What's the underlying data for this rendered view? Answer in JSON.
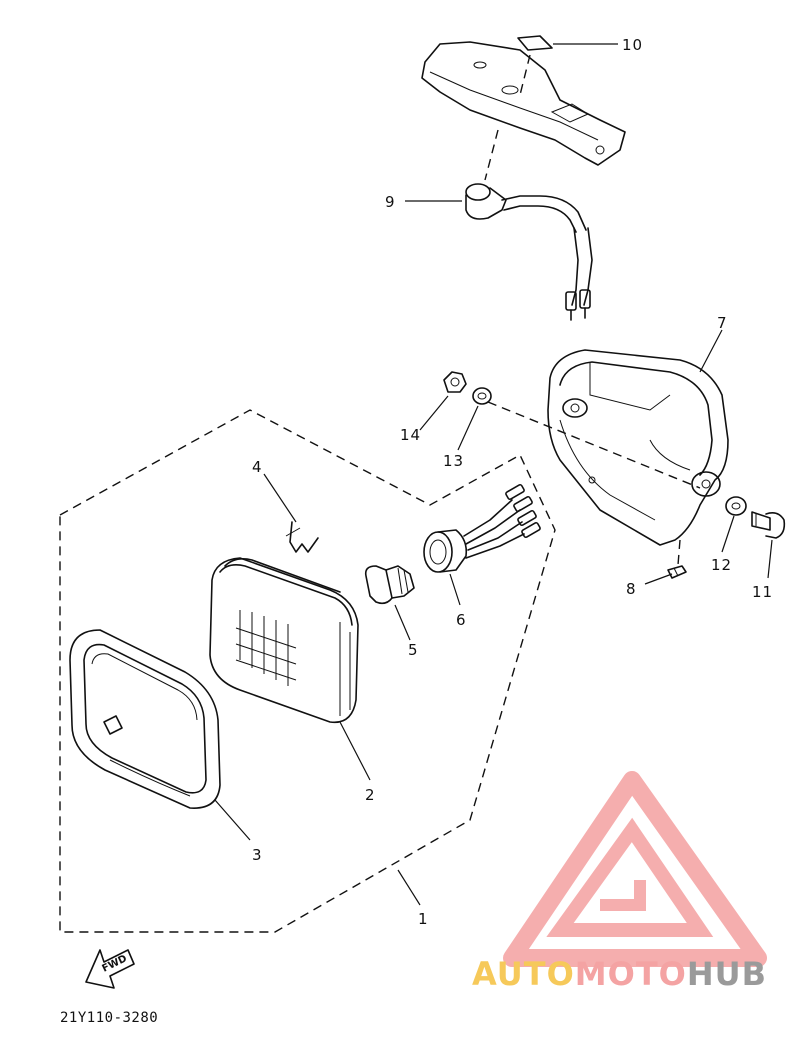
{
  "diagram": {
    "part_numbers": [
      "1",
      "2",
      "3",
      "4",
      "5",
      "6",
      "7",
      "8",
      "9",
      "10",
      "11",
      "12",
      "13",
      "14"
    ],
    "fwd_label": "FWD",
    "drawing_code": "21Y110-3280"
  },
  "watermark": {
    "word1": "AUTO",
    "word2": "MOTO",
    "word3": "HUB",
    "colors": {
      "auto": "#f6c95a",
      "moto": "#f4a3a3",
      "hub": "#9a9a9a",
      "logo": "#f4a0a0"
    }
  }
}
